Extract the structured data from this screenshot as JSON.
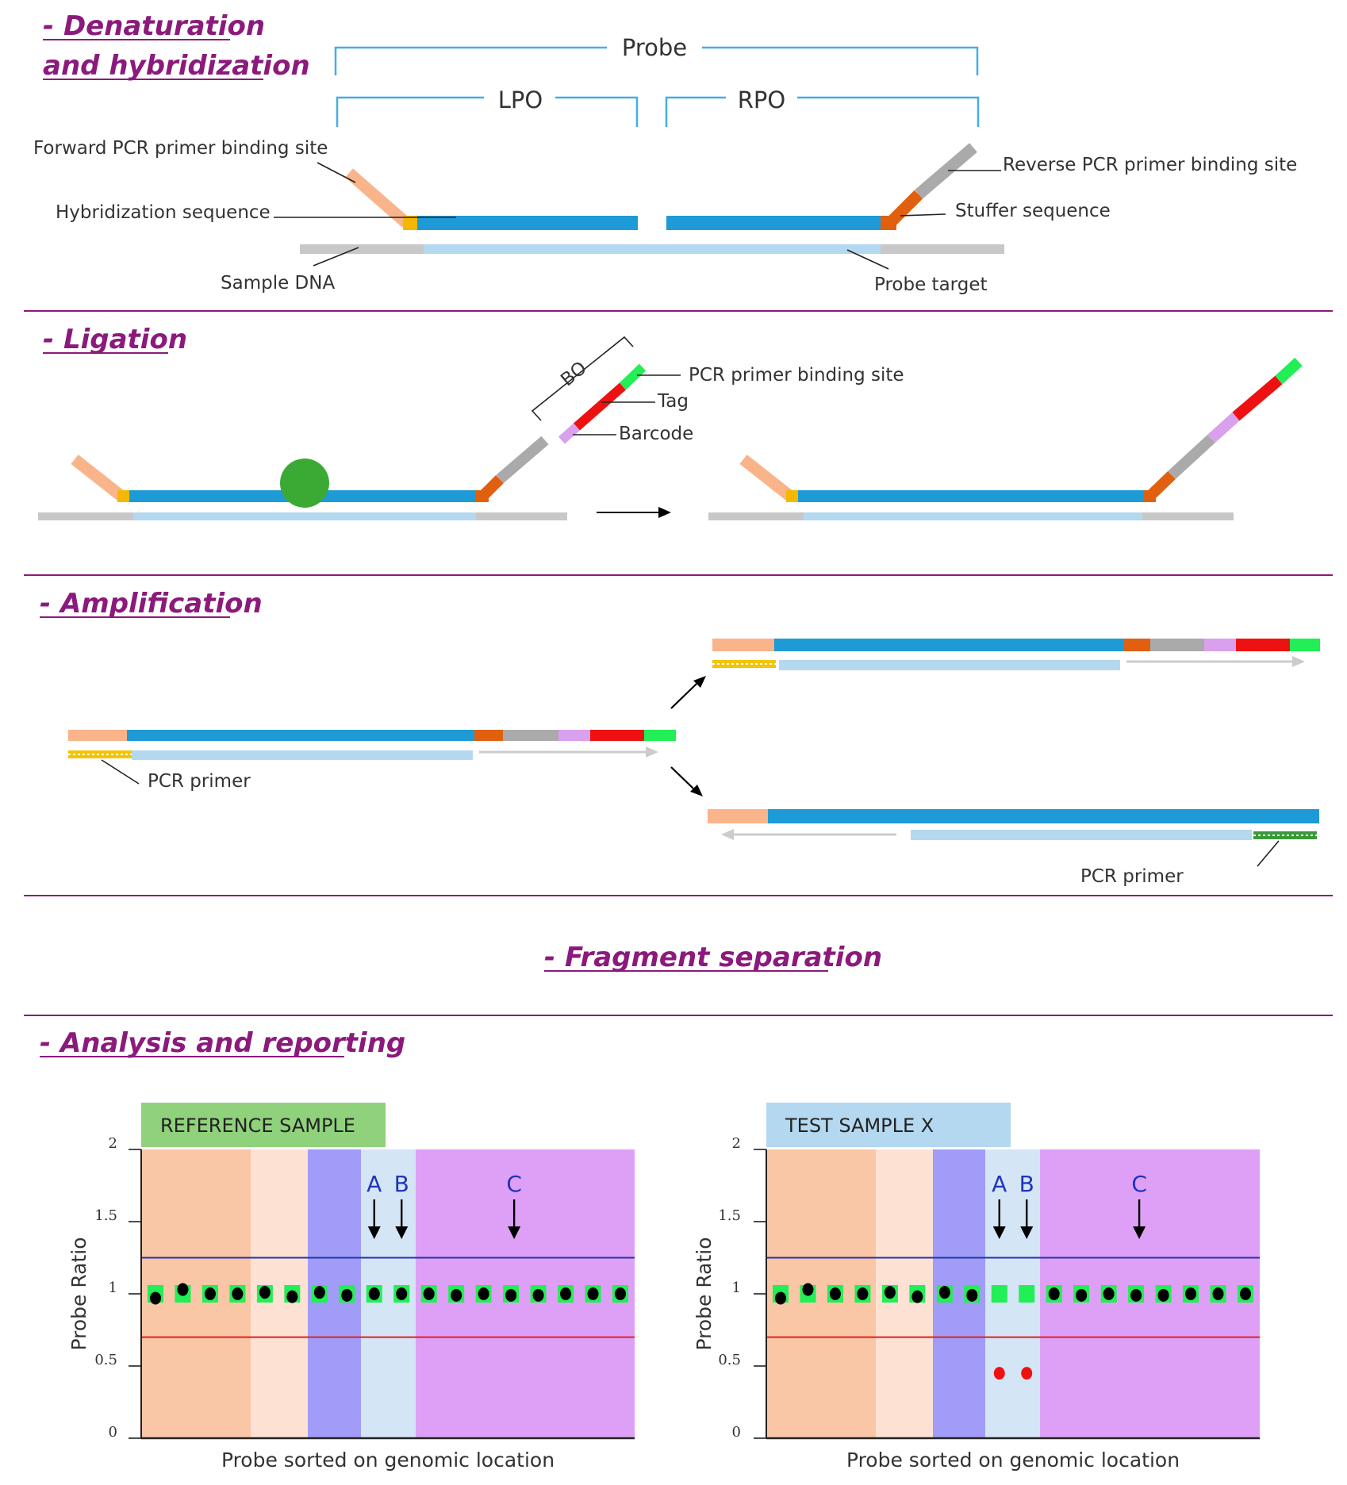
{
  "sections": {
    "denaturation_line1": "- Denaturation",
    "denaturation_line2": "and hybridization",
    "ligation": "- Ligation",
    "amplification": "- Amplification",
    "fragment_separation": "- Fragment separation",
    "analysis": "- Analysis and reporting"
  },
  "denaturation": {
    "probe": "Probe",
    "lpo": "LPO",
    "rpo": "RPO",
    "forward_site": "Forward PCR primer binding site",
    "hybridization_seq": "Hybridization sequence",
    "sample_dna": "Sample DNA",
    "reverse_site": "Reverse PCR primer binding site",
    "stuffer_seq": "Stuffer sequence",
    "probe_target": "Probe target"
  },
  "ligation": {
    "bo": "BO",
    "pcr_site": "PCR primer binding site",
    "tag": "Tag",
    "barcode": "Barcode"
  },
  "amplification": {
    "pcr_primer_left": "PCR primer",
    "pcr_primer_right": "PCR primer"
  },
  "colors": {
    "forward_site": "#f9b48a",
    "hyb_yellow": "#f5b800",
    "probe_blue": "#1e9ad6",
    "target_blue": "#b4d8ef",
    "sample_gray": "#c8c8c8",
    "stuffer_orange": "#e06010",
    "reverse_gray": "#aaaaaa",
    "barcode_violet": "#d9a0ee",
    "tag_red": "#ee1111",
    "pcr_green": "#22ee55",
    "ligase_green": "#3aaa35",
    "section_line": "#8b1a7c"
  },
  "panels": [
    {
      "label": "REFERENCE  SAMPLE",
      "label_bg": "#90d17c",
      "ylabel": "Probe Ratio",
      "xlabel": "Probe sorted on genomic location",
      "markers": {
        "a": "A",
        "b": "B",
        "c": "C"
      }
    },
    {
      "label": "TEST  SAMPLE  X",
      "label_bg": "#b4d8ef",
      "ylabel": "Probe Ratio",
      "xlabel": "Probe sorted on genomic location",
      "markers": {
        "a": "A",
        "b": "B",
        "c": "C"
      }
    }
  ],
  "chart_data": [
    {
      "type": "scatter",
      "title": "REFERENCE  SAMPLE",
      "xlabel": "Probe sorted on genomic location",
      "ylabel": "Probe Ratio",
      "y_ticks": [
        "0",
        "0.5",
        "1",
        "1.5",
        "2"
      ],
      "ylim": [
        0,
        2
      ],
      "upper_threshold": 1.25,
      "lower_threshold": 0.7,
      "region_colors": [
        "#f9c6a6",
        "#fde2d4",
        "#a09cf8",
        "#d4e5f6",
        "#dea0f6"
      ],
      "probe_values": [
        0.97,
        1.03,
        1.0,
        1.0,
        1.01,
        0.98,
        1.01,
        0.99,
        1.0,
        1.0,
        1.0,
        0.99,
        1.0,
        0.99,
        0.99,
        1.0,
        1.0,
        1.0
      ],
      "reference_values": [
        1,
        1,
        1,
        1,
        1,
        1,
        1,
        1,
        1,
        1,
        1,
        1,
        1,
        1,
        1,
        1,
        1,
        1
      ]
    },
    {
      "type": "scatter",
      "title": "TEST  SAMPLE  X",
      "xlabel": "Probe sorted on genomic location",
      "ylabel": "Probe Ratio",
      "y_ticks": [
        "0",
        "0.5",
        "1",
        "1.5",
        "2"
      ],
      "ylim": [
        0,
        2
      ],
      "upper_threshold": 1.25,
      "lower_threshold": 0.7,
      "region_colors": [
        "#f9c6a6",
        "#fde2d4",
        "#a09cf8",
        "#d4e5f6",
        "#dea0f6"
      ],
      "probe_values": [
        0.97,
        1.03,
        1.0,
        1.0,
        1.01,
        0.98,
        1.01,
        0.99,
        0.45,
        0.45,
        1.0,
        0.99,
        1.0,
        0.99,
        0.99,
        1.0,
        1.0,
        1.0
      ],
      "reference_values": [
        1,
        1,
        1,
        1,
        1,
        1,
        1,
        1,
        1,
        1,
        1,
        1,
        1,
        1,
        1,
        1,
        1,
        1
      ],
      "deleted_probe_color": "#ee1111"
    }
  ]
}
